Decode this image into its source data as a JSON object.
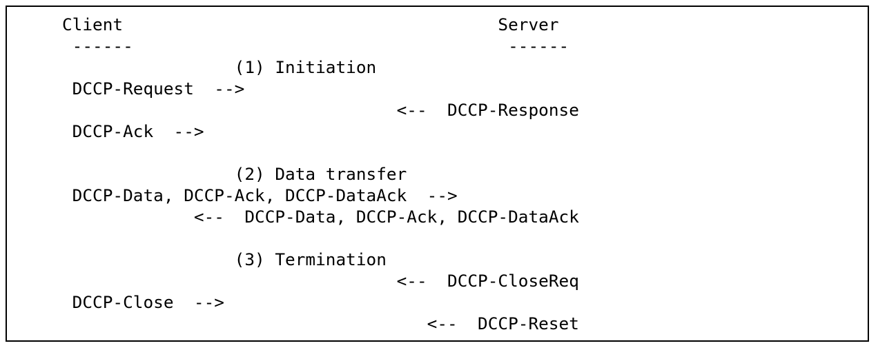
{
  "diagram": {
    "participants": {
      "client": "Client",
      "server": "Server",
      "client_underline": " ------",
      "server_underline": "------"
    },
    "lines": {
      "section1": "                 (1) Initiation",
      "request": " DCCP-Request  -->",
      "response": "                                 <--  DCCP-Response",
      "ack": " DCCP-Ack  -->",
      "section2": "                 (2) Data transfer",
      "data_client_to_server": " DCCP-Data, DCCP-Ack, DCCP-DataAck  -->",
      "data_server_to_client": "             <--  DCCP-Data, DCCP-Ack, DCCP-DataAck",
      "section3": "                 (3) Termination",
      "closereq": "                                 <--  DCCP-CloseReq",
      "close": " DCCP-Close  -->",
      "reset": "                                    <--  DCCP-Reset"
    },
    "colors": {
      "text": "#000000",
      "background": "#ffffff",
      "border": "#000000"
    }
  }
}
